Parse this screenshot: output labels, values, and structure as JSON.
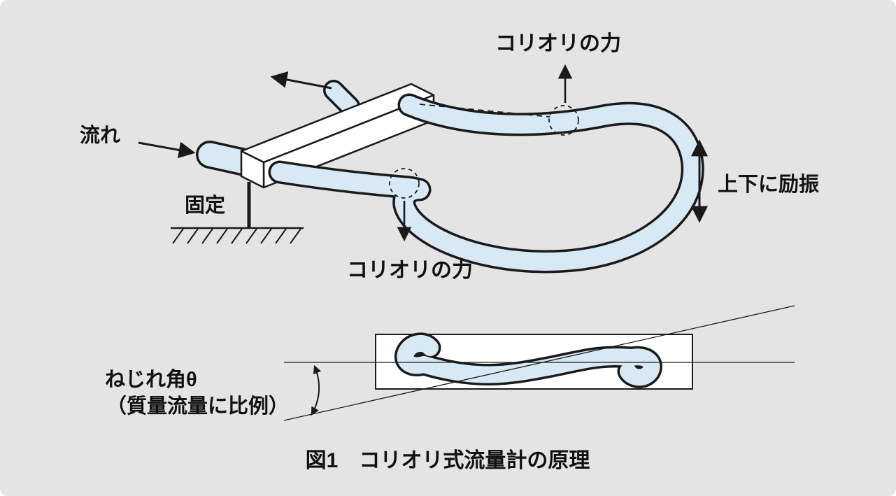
{
  "figure": {
    "caption": "図1　コリオリ式流量計の原理",
    "labels": {
      "coriolis_top": "コリオリの力",
      "coriolis_bottom": "コリオリの力",
      "flow": "流れ",
      "fixed": "固定",
      "excitation": "上下に励振",
      "twist_line1": "ねじれ角θ",
      "twist_line2": "（質量流量に比例）"
    },
    "colors": {
      "background": "#e4e4e4",
      "tube_fill": "#d7e9f4",
      "line": "#1a1a1a"
    }
  }
}
